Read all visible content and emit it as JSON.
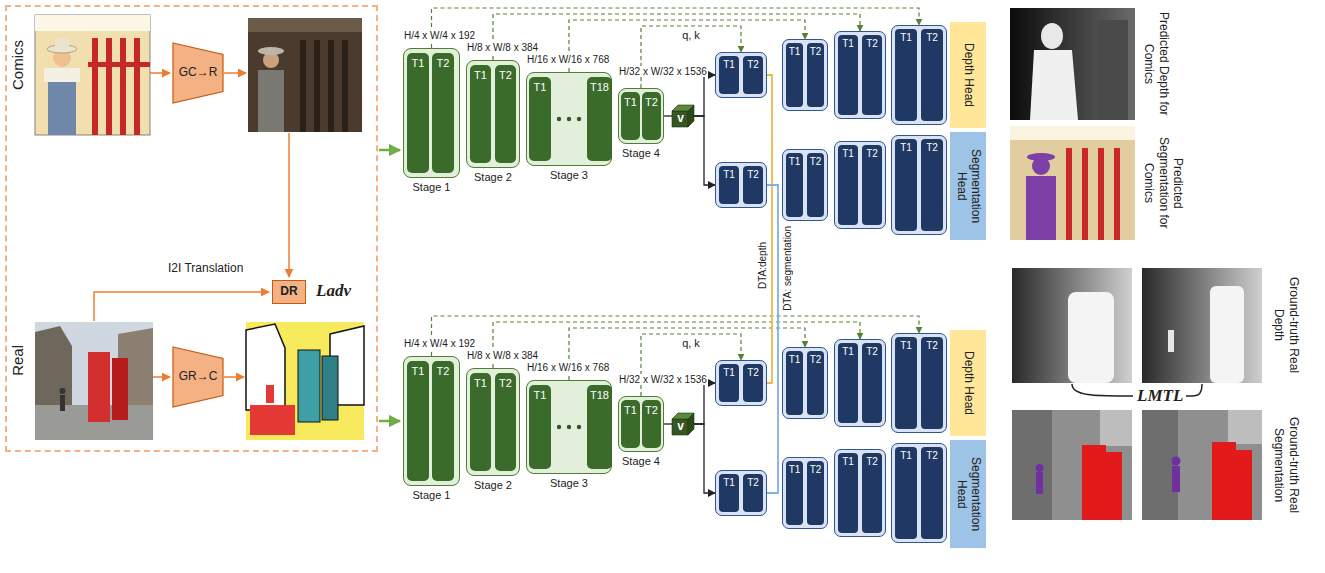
{
  "diagram": {
    "nodes": [
      {
        "text": [
          "Comics",
          "I2I Translation",
          "Ladv",
          "Real"
        ]
      },
      {
        "text": [
          "GC→R"
        ],
        "in": 0
      },
      {
        "text": [
          "DR"
        ],
        "in": 0
      },
      {
        "text": [
          "GR→C"
        ],
        "in": 0
      },
      {
        "text": [
          "Stage 1"
        ]
      },
      {
        "text": [
          "T1"
        ],
        "in": 4
      },
      {
        "text": [
          "T2"
        ],
        "in": 4
      },
      {
        "text": [
          "Stage 2"
        ]
      },
      {
        "text": [
          "T1"
        ],
        "in": 7
      },
      {
        "text": [
          "T2"
        ],
        "in": 7
      },
      {
        "text": [
          "Stage 3"
        ]
      },
      {
        "text": [
          "T1"
        ],
        "in": 10
      },
      {
        "text": [
          "T18"
        ],
        "in": 10
      },
      {
        "text": [
          "Stage 4"
        ]
      },
      {
        "text": [
          "T1"
        ],
        "in": 13
      },
      {
        "text": [
          "T2"
        ],
        "in": 13
      },
      {
        "text": [
          "v"
        ]
      },
      {
        "text": []
      },
      {
        "text": [
          "T1"
        ],
        "in": 17
      },
      {
        "text": [
          "T2"
        ],
        "in": 17
      },
      {
        "text": []
      },
      {
        "text": [
          "T1"
        ],
        "in": 20
      },
      {
        "text": [
          "T2"
        ],
        "in": 20
      },
      {
        "text": []
      },
      {
        "text": [
          "T1"
        ],
        "in": 23
      },
      {
        "text": [
          "T2"
        ],
        "in": 23
      },
      {
        "text": []
      },
      {
        "text": [
          "T1"
        ],
        "in": 26
      },
      {
        "text": [
          "T2"
        ],
        "in": 26
      },
      {
        "text": [
          "Depth Head"
        ]
      },
      {
        "text": []
      },
      {
        "text": [
          "T1"
        ],
        "in": 30
      },
      {
        "text": [
          "T2"
        ],
        "in": 30
      },
      {
        "text": []
      },
      {
        "text": [
          "T1"
        ],
        "in": 33
      },
      {
        "text": [
          "T2"
        ],
        "in": 33
      },
      {
        "text": []
      },
      {
        "text": [
          "T1"
        ],
        "in": 36
      },
      {
        "text": [
          "T2"
        ],
        "in": 36
      },
      {
        "text": []
      },
      {
        "text": [
          "T1"
        ],
        "in": 39
      },
      {
        "text": [
          "T2"
        ],
        "in": 39
      },
      {
        "text": [
          "Segmentation Head"
        ]
      },
      {
        "text": [
          "Stage 1"
        ]
      },
      {
        "text": [
          "T1"
        ],
        "in": 43
      },
      {
        "text": [
          "T2"
        ],
        "in": 43
      },
      {
        "text": [
          "Stage 2"
        ]
      },
      {
        "text": [
          "T1"
        ],
        "in": 46
      },
      {
        "text": [
          "T2"
        ],
        "in": 46
      },
      {
        "text": [
          "Stage 3"
        ]
      },
      {
        "text": [
          "T1"
        ],
        "in": 49
      },
      {
        "text": [
          "T18"
        ],
        "in": 49
      },
      {
        "text": [
          "Stage 4"
        ]
      },
      {
        "text": [
          "T1"
        ],
        "in": 52
      },
      {
        "text": [
          "T2"
        ],
        "in": 52
      },
      {
        "text": [
          "v"
        ]
      },
      {
        "text": []
      },
      {
        "text": [
          "T1"
        ],
        "in": 56
      },
      {
        "text": [
          "T2"
        ],
        "in": 56
      },
      {
        "text": []
      },
      {
        "text": [
          "T1"
        ],
        "in": 59
      },
      {
        "text": [
          "T2"
        ],
        "in": 59
      },
      {
        "text": []
      },
      {
        "text": [
          "T1"
        ],
        "in": 62
      },
      {
        "text": [
          "T2"
        ],
        "in": 62
      },
      {
        "text": []
      },
      {
        "text": [
          "T1"
        ],
        "in": 65
      },
      {
        "text": [
          "T2"
        ],
        "in": 65
      },
      {
        "text": [
          "Depth Head"
        ]
      },
      {
        "text": []
      },
      {
        "text": [
          "T1"
        ],
        "in": 69
      },
      {
        "text": [
          "T2"
        ],
        "in": 69
      },
      {
        "text": []
      },
      {
        "text": [
          "T1"
        ],
        "in": 72
      },
      {
        "text": [
          "T2"
        ],
        "in": 72
      },
      {
        "text": []
      },
      {
        "text": [
          "T1"
        ],
        "in": 75
      },
      {
        "text": [
          "T2"
        ],
        "in": 75
      },
      {
        "text": []
      },
      {
        "text": [
          "T1"
        ],
        "in": 78
      },
      {
        "text": [
          "T2"
        ],
        "in": 78
      },
      {
        "text": [
          "Segmentation Head"
        ]
      }
    ],
    "edges": [
      {
        "from": 13,
        "to": 16,
        "arrow": "none"
      },
      {
        "from": 16,
        "to": 17,
        "arrow": "to"
      },
      {
        "from": 16,
        "to": 30,
        "arrow": "to"
      },
      {
        "from": 4,
        "to": 26,
        "arrow": "to"
      },
      {
        "from": 7,
        "to": 23,
        "arrow": "to"
      },
      {
        "from": 10,
        "to": 20,
        "arrow": "to"
      },
      {
        "from": 13,
        "to": 17,
        "label": "q, k",
        "arrow": "to"
      },
      {
        "from": 52,
        "to": 55,
        "arrow": "none"
      },
      {
        "from": 55,
        "to": 56,
        "arrow": "to"
      },
      {
        "from": 55,
        "to": 69,
        "arrow": "to"
      },
      {
        "from": 43,
        "to": 65,
        "arrow": "to"
      },
      {
        "from": 46,
        "to": 62,
        "arrow": "to"
      },
      {
        "from": 49,
        "to": 59,
        "arrow": "to"
      },
      {
        "from": 52,
        "to": 56,
        "label": "q, k",
        "arrow": "to"
      },
      {
        "from": 17,
        "to": 56,
        "label": "DTA:depth",
        "arrow": "none"
      },
      {
        "from": 30,
        "to": 69,
        "label": "DTA: segmentation",
        "arrow": "none"
      }
    ],
    "labels": [
      "H/4 x W/4 x 192",
      "H/8 x W/8 x 384",
      "H/16 x W/16 x 768",
      "H/32 x W/32 x 1536",
      "Predicted Depth for Comics",
      "Predicted Segmentation for Comics",
      "H/4 x W/4 x 192",
      "H/8 x W/8 x 384",
      "H/16 x W/16 x 768",
      "H/32 x W/32 x 1536",
      "Ground-truth Real Depth",
      "LMTL",
      "Ground-truth Real Segmentation"
    ]
  }
}
